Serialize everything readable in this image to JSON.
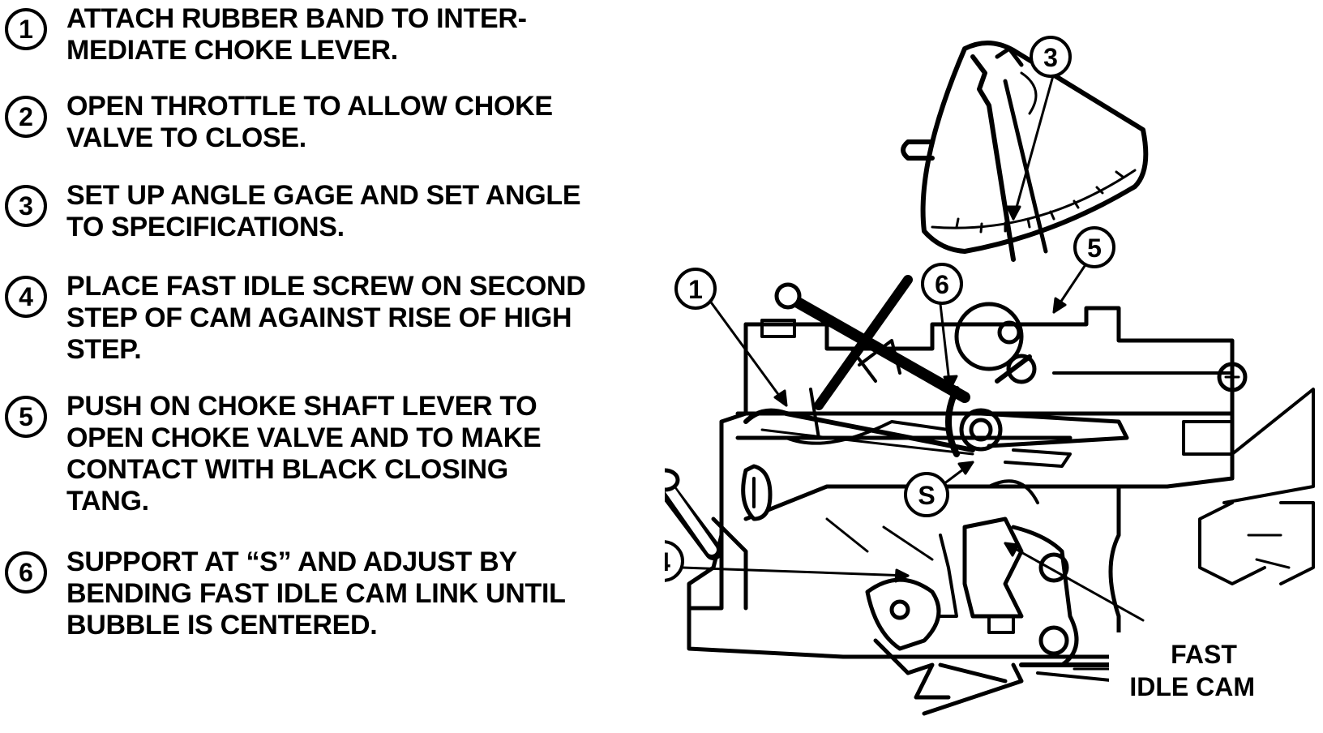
{
  "steps": [
    {
      "num": "1",
      "text": "ATTACH RUBBER BAND TO INTER-\nMEDIATE CHOKE LEVER."
    },
    {
      "num": "2",
      "text": "OPEN THROTTLE TO ALLOW CHOKE\nVALVE TO CLOSE."
    },
    {
      "num": "3",
      "text": "SET UP ANGLE GAGE AND SET ANGLE\nTO SPECIFICATIONS."
    },
    {
      "num": "4",
      "text": "PLACE FAST IDLE SCREW ON SECOND\nSTEP OF CAM AGAINST RISE OF HIGH\nSTEP."
    },
    {
      "num": "5",
      "text": "PUSH ON CHOKE SHAFT LEVER TO\nOPEN CHOKE VALVE AND TO MAKE\nCONTACT WITH BLACK CLOSING\nTANG."
    },
    {
      "num": "6",
      "text": "SUPPORT AT “S” AND ADJUST BY\nBENDING FAST IDLE CAM LINK UNTIL\nBUBBLE IS CENTERED."
    }
  ],
  "figure": {
    "callouts": [
      "3",
      "5",
      "1",
      "6",
      "S",
      "4"
    ],
    "label_line1": "FAST",
    "label_line2": "IDLE CAM"
  }
}
